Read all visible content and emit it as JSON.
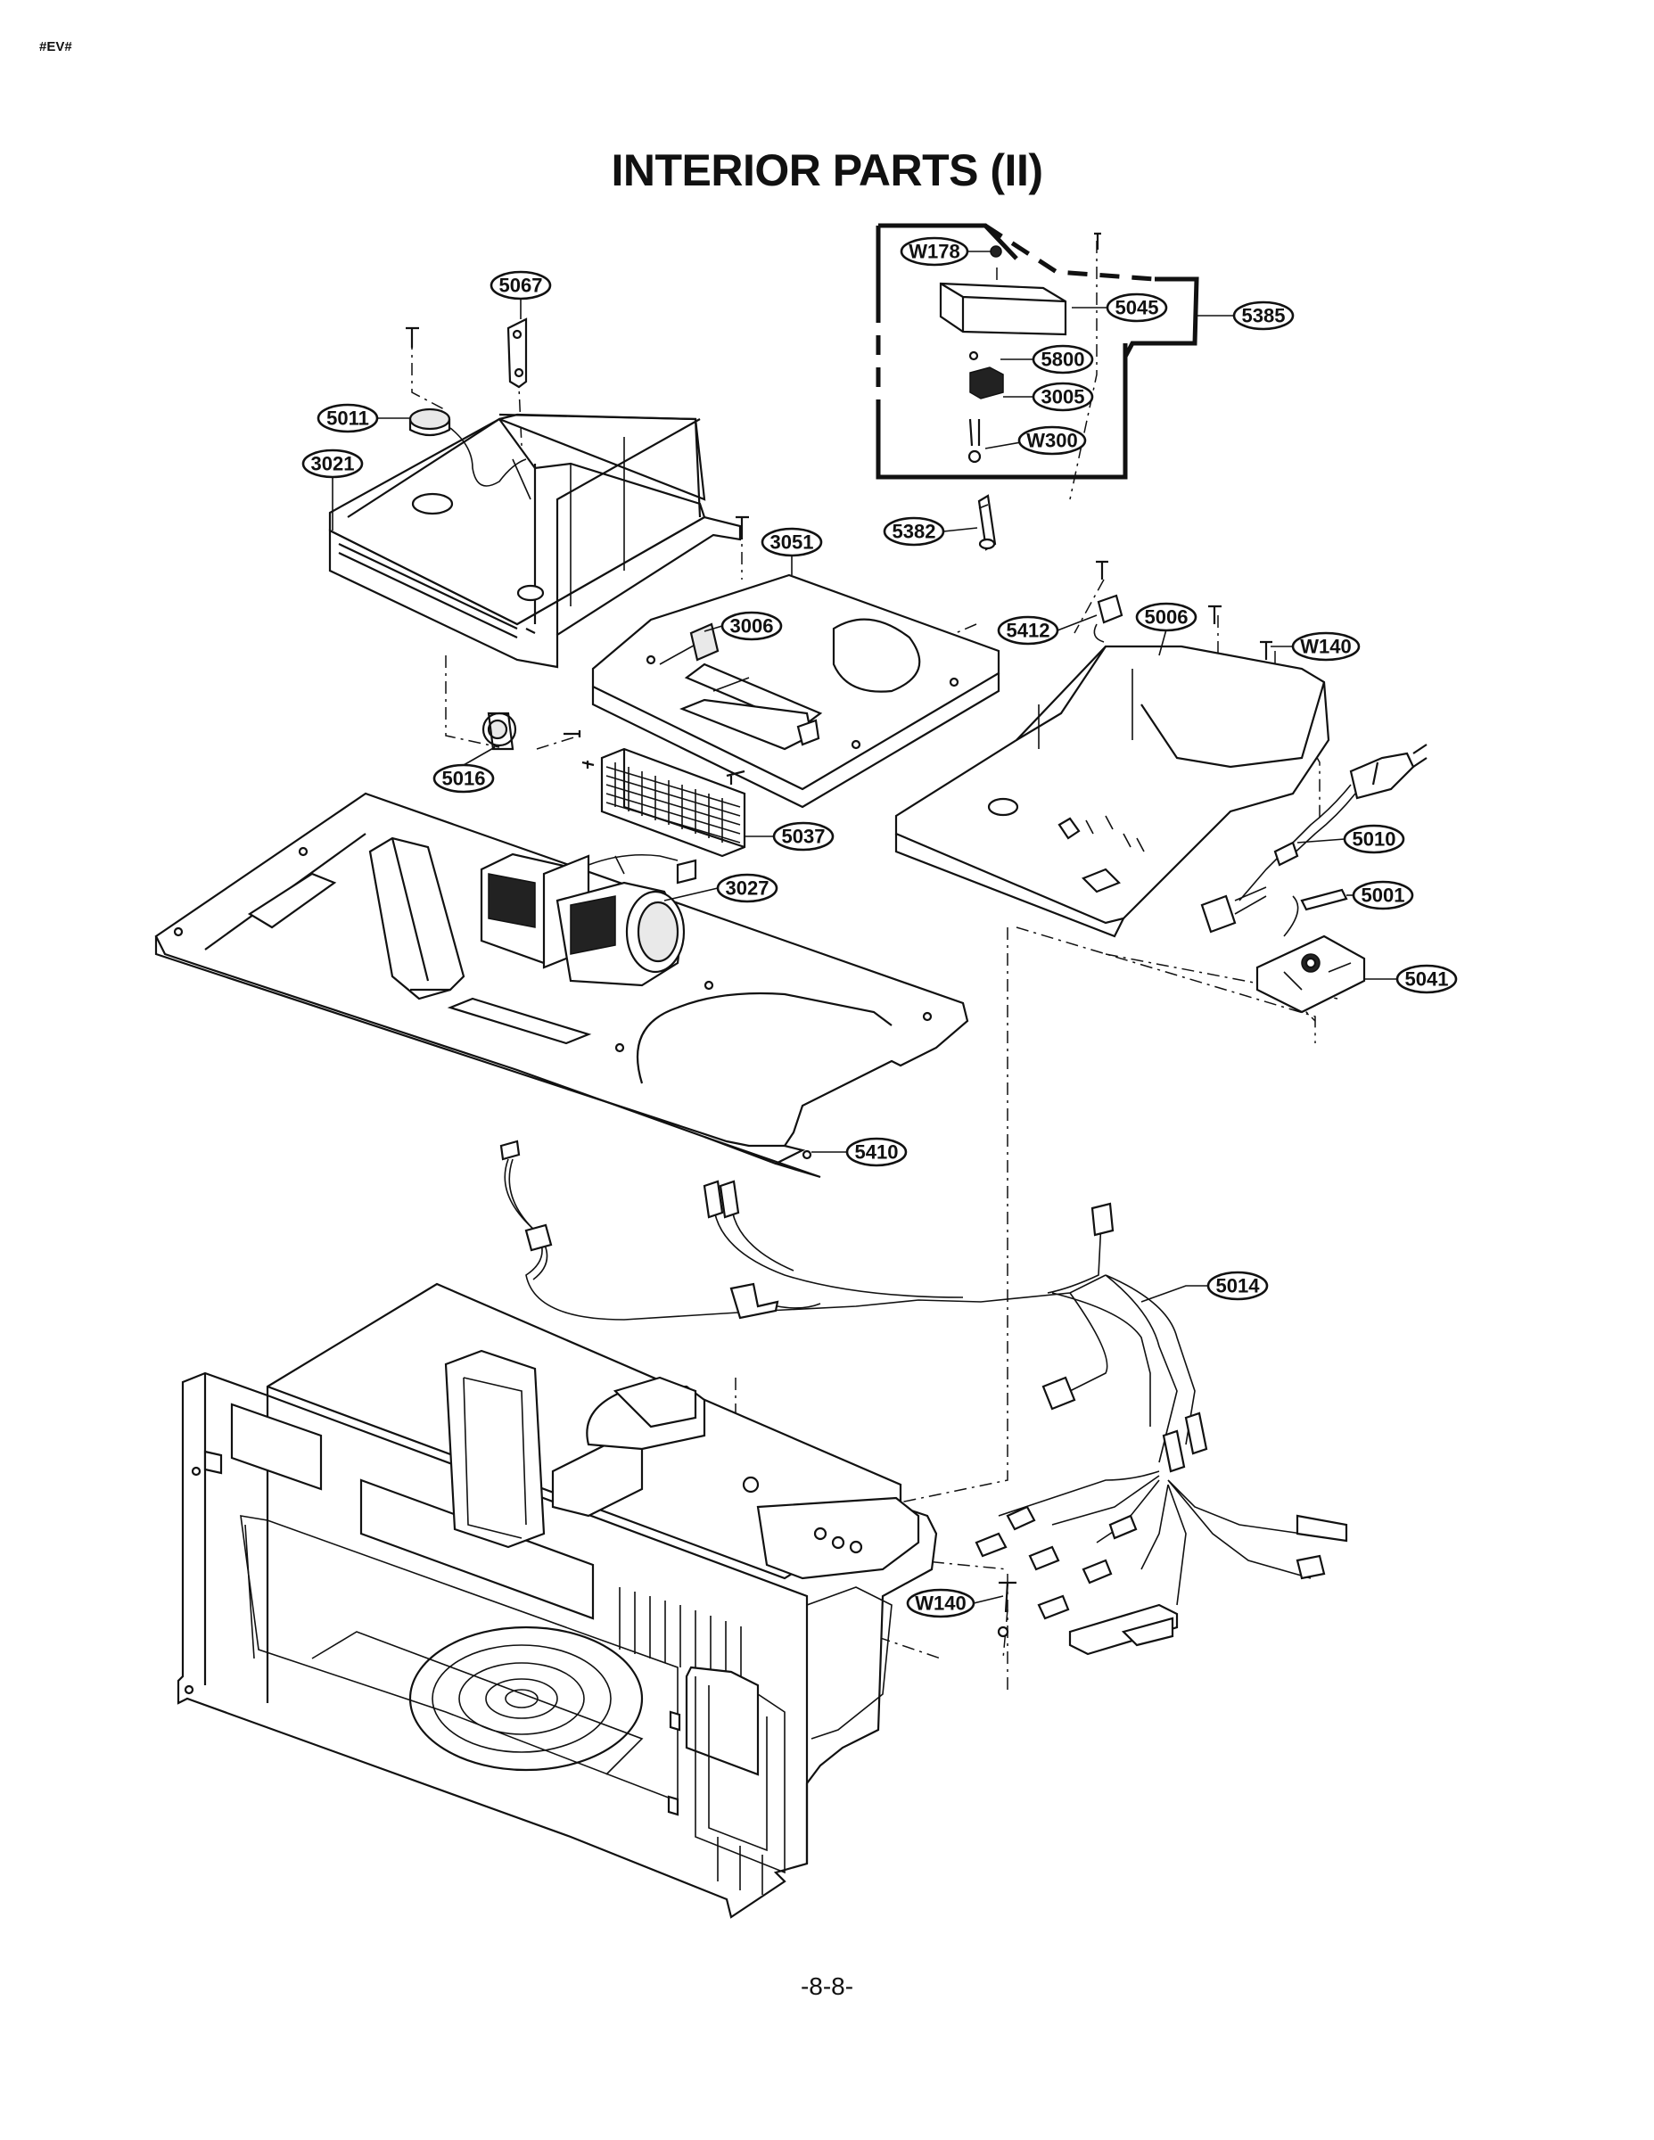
{
  "header": {
    "tag": "#EV#"
  },
  "title": "INTERIOR PARTS (II)",
  "page_number": "-8-8-",
  "parts": [
    "W178",
    "5045",
    "5385",
    "5800",
    "3005",
    "W300",
    "5382",
    "5067",
    "5011",
    "3021",
    "3051",
    "3006",
    "5412",
    "5006",
    "W140",
    "5016",
    "5037",
    "3027",
    "5010",
    "5001",
    "5041",
    "5410",
    "5014",
    "W140"
  ]
}
